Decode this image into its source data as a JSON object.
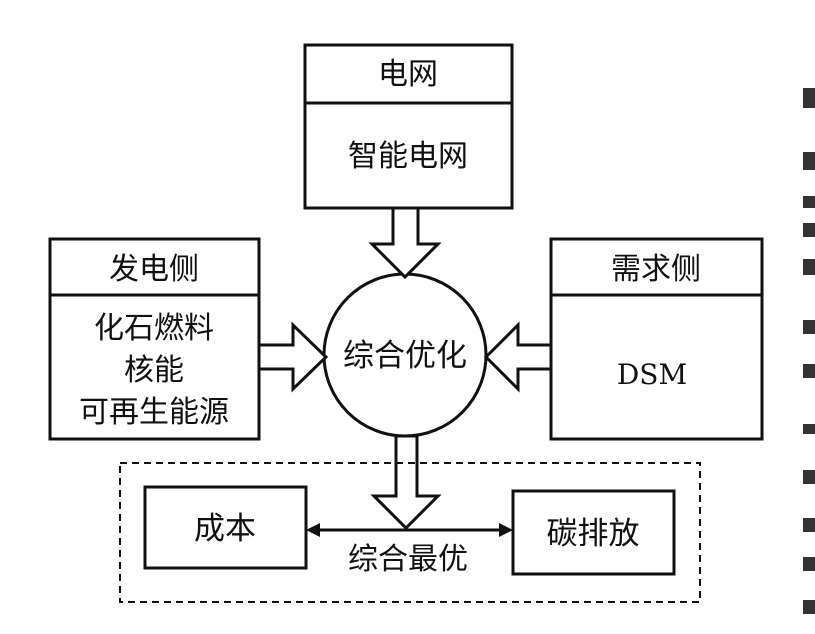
{
  "grid": {
    "title": "电网",
    "content": "智能电网"
  },
  "generation": {
    "title": "发电侧",
    "items": [
      "化石燃料",
      "核能",
      "可再生能源"
    ]
  },
  "demand": {
    "title": "需求侧",
    "content": "DSM"
  },
  "center": {
    "label": "综合优化"
  },
  "result": {
    "cost": "成本",
    "emission": "碳排放",
    "label": "综合最优"
  },
  "colors": {
    "stroke": "#111111",
    "background": "#ffffff"
  }
}
